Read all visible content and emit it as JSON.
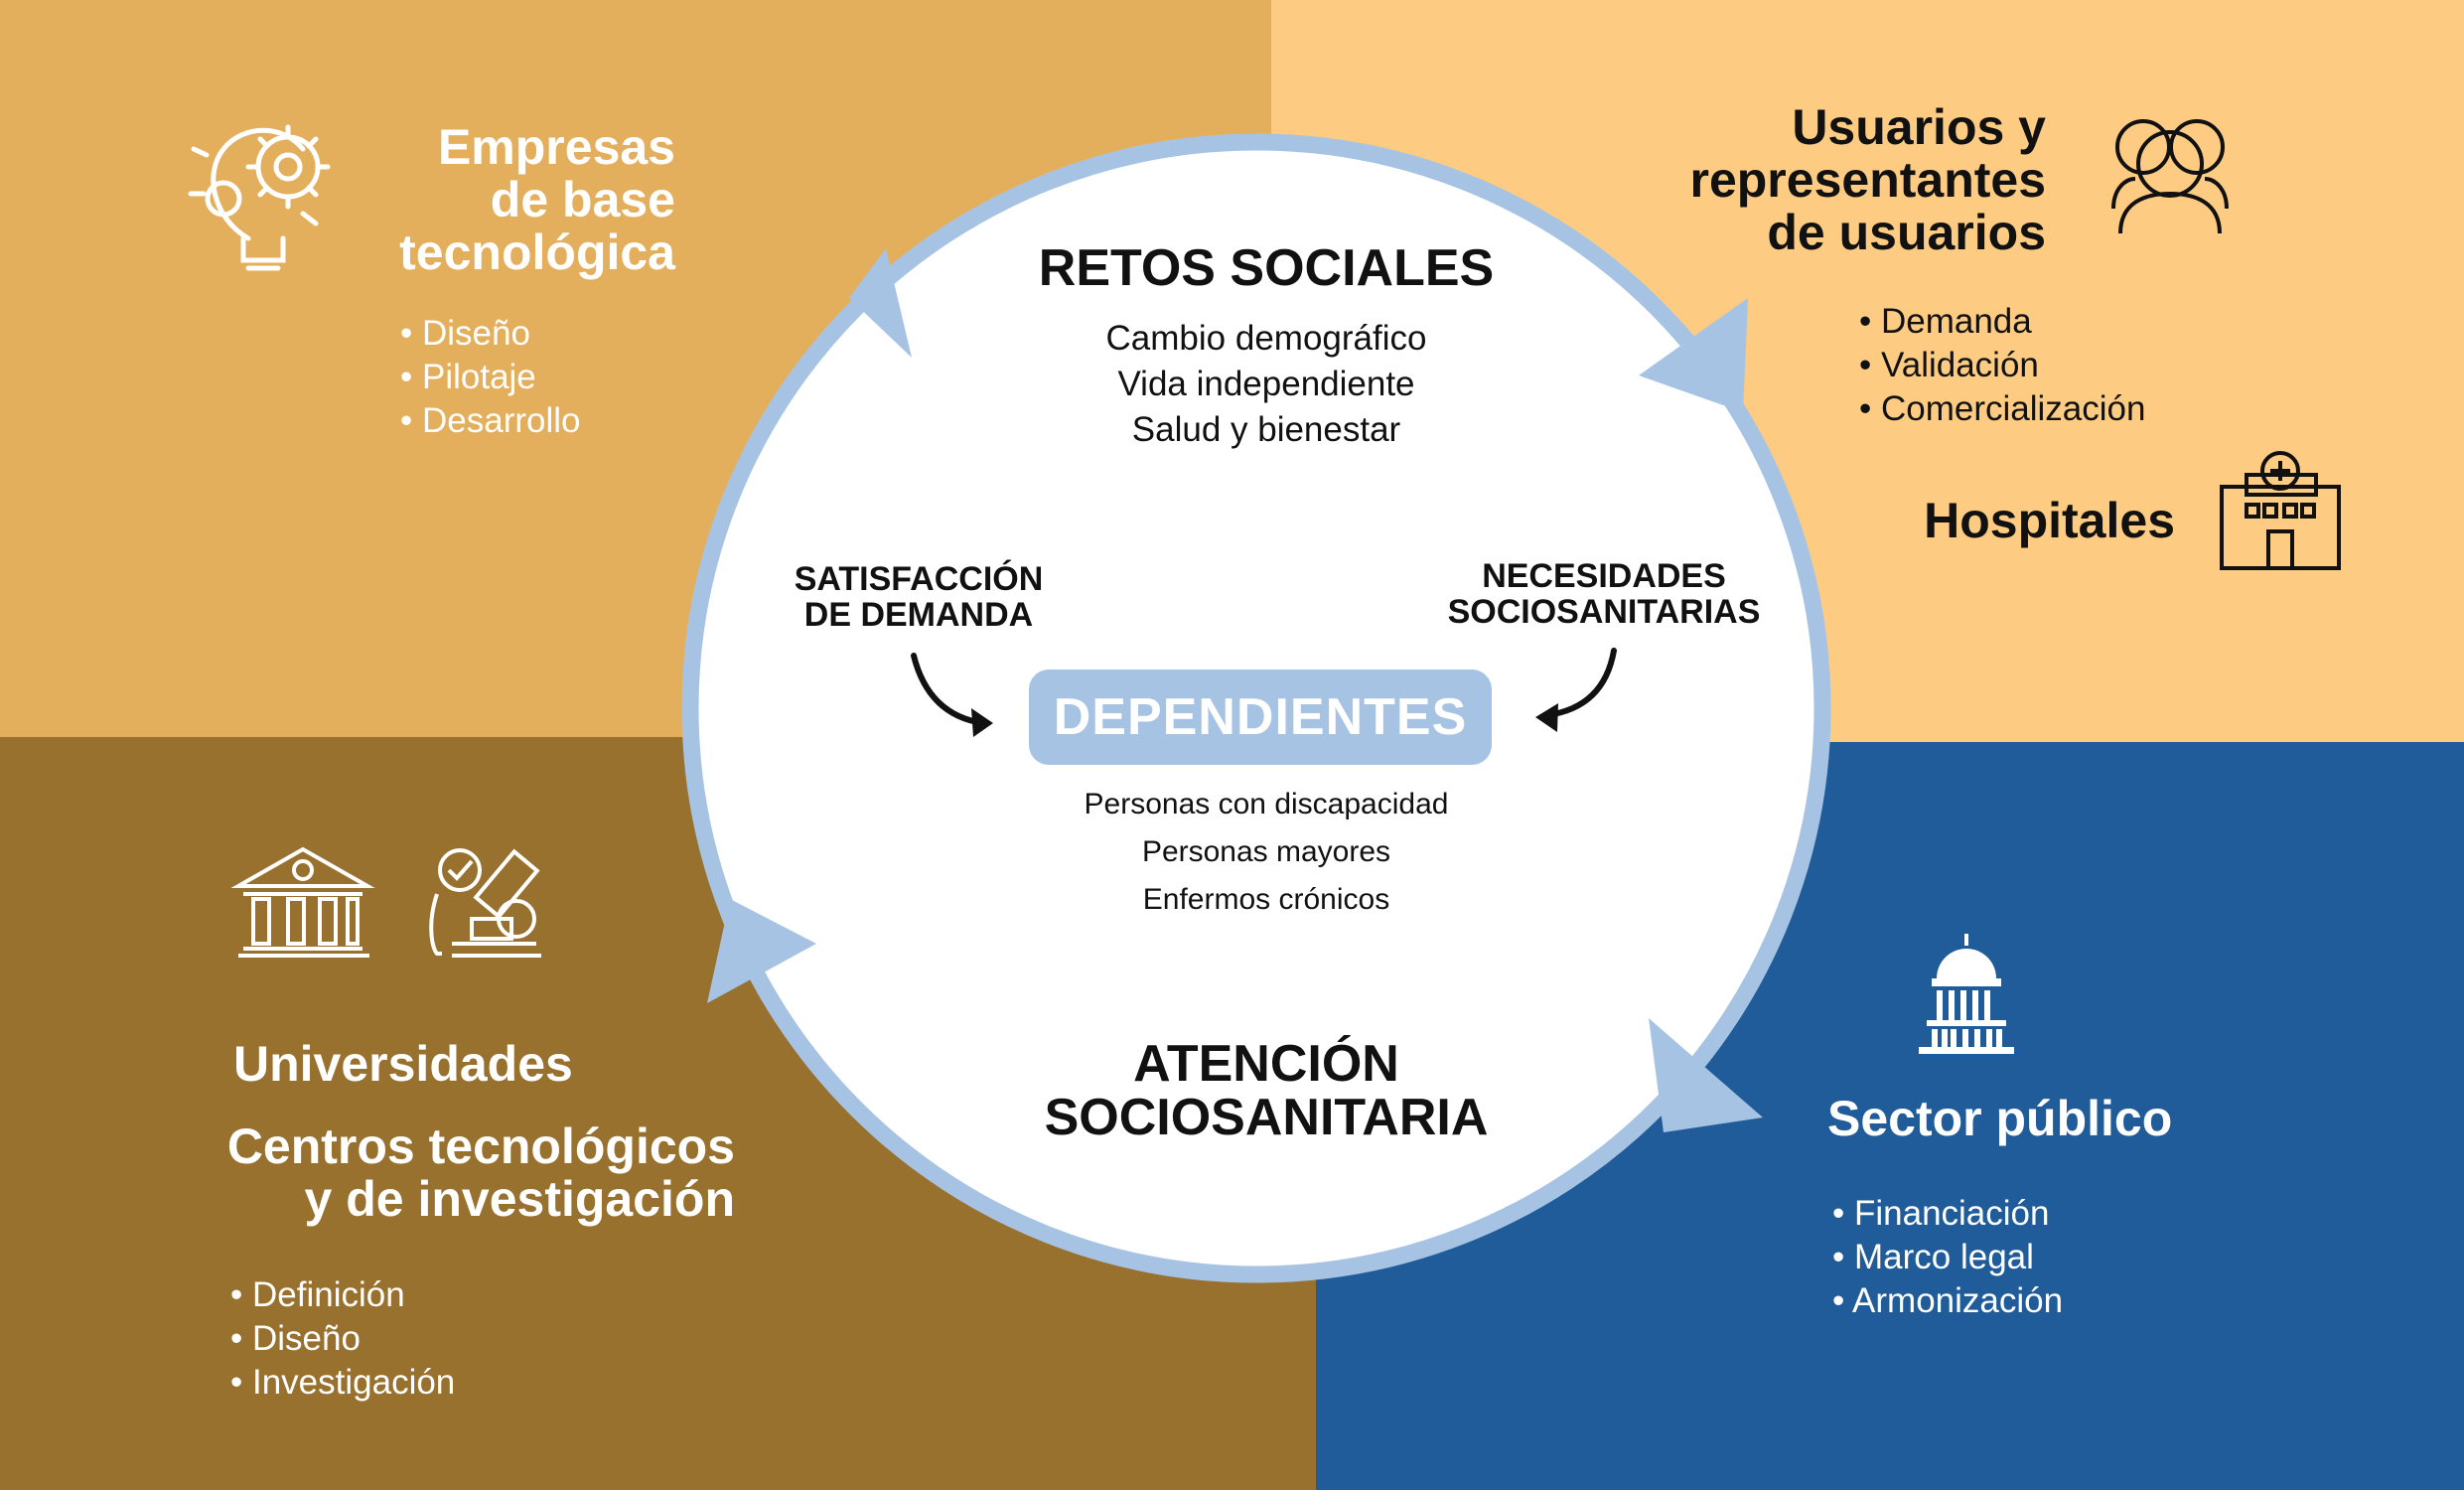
{
  "colors": {
    "top_left": "#E4AF5C",
    "top_right": "#FDCB82",
    "bottom_left": "#98712F",
    "bottom_right": "#1F5C99",
    "ring": "#A6C3E4",
    "circle_fill": "#FFFFFF"
  },
  "empresas": {
    "title_lines": [
      "Empresas",
      "de base",
      "tecnológica"
    ],
    "items": [
      "Diseño",
      "Pilotaje",
      "Desarrollo"
    ],
    "icon": "lightbulb-gear-icon"
  },
  "usuarios": {
    "title_lines": [
      "Usuarios y",
      "representantes",
      "de usuarios"
    ],
    "items": [
      "Demanda",
      "Validación",
      "Comercialización"
    ],
    "icon": "users-group-icon"
  },
  "hospitales": {
    "title": "Hospitales",
    "icon": "hospital-icon"
  },
  "universidades": {
    "title": "Universidades",
    "icons": [
      "university-building-icon",
      "microscope-icon"
    ]
  },
  "centros": {
    "title_lines": [
      "Centros tecnológicos",
      "y de investigación"
    ],
    "items": [
      "Definición",
      "Diseño",
      "Investigación"
    ]
  },
  "sector_publico": {
    "title": "Sector público",
    "items": [
      "Financiación",
      "Marco legal",
      "Armonización"
    ],
    "icon": "capitol-icon"
  },
  "center": {
    "retos_title": "RETOS SOCIALES",
    "retos_items": [
      "Cambio demográfico",
      "Vida independiente",
      "Salud y bienestar"
    ],
    "satisfaccion_lines": [
      "SATISFACCIÓN",
      "DE DEMANDA"
    ],
    "necesidades_lines": [
      "NECESIDADES",
      "SOCIOSANITARIAS"
    ],
    "dependientes": "DEPENDIENTES",
    "dependientes_items": [
      "Personas con discapacidad",
      "Personas mayores",
      "Enfermos crónicos"
    ],
    "atencion_lines": [
      "ATENCIÓN",
      "SOCIOSANITARIA"
    ]
  }
}
